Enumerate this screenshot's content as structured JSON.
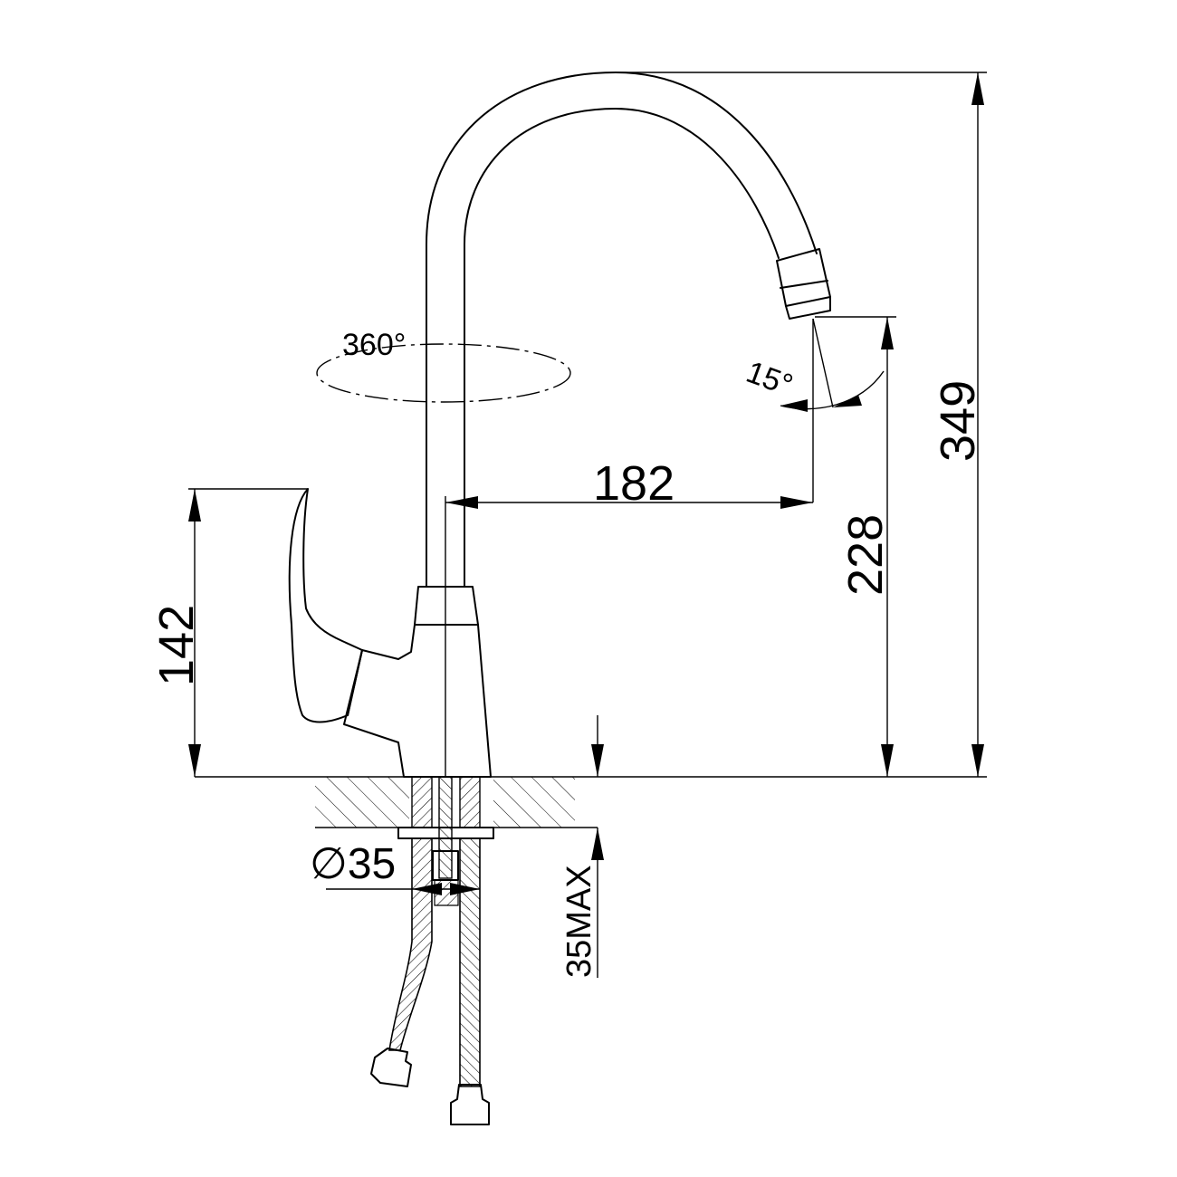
{
  "drawing": {
    "dimensions": {
      "total_height": "349",
      "spout_height": "228",
      "spout_reach": "182",
      "handle_height": "142",
      "hole_diameter": "∅35",
      "max_thickness": "35MAX"
    },
    "angles": {
      "swivel": "360°",
      "spray_tilt": "15°"
    }
  }
}
